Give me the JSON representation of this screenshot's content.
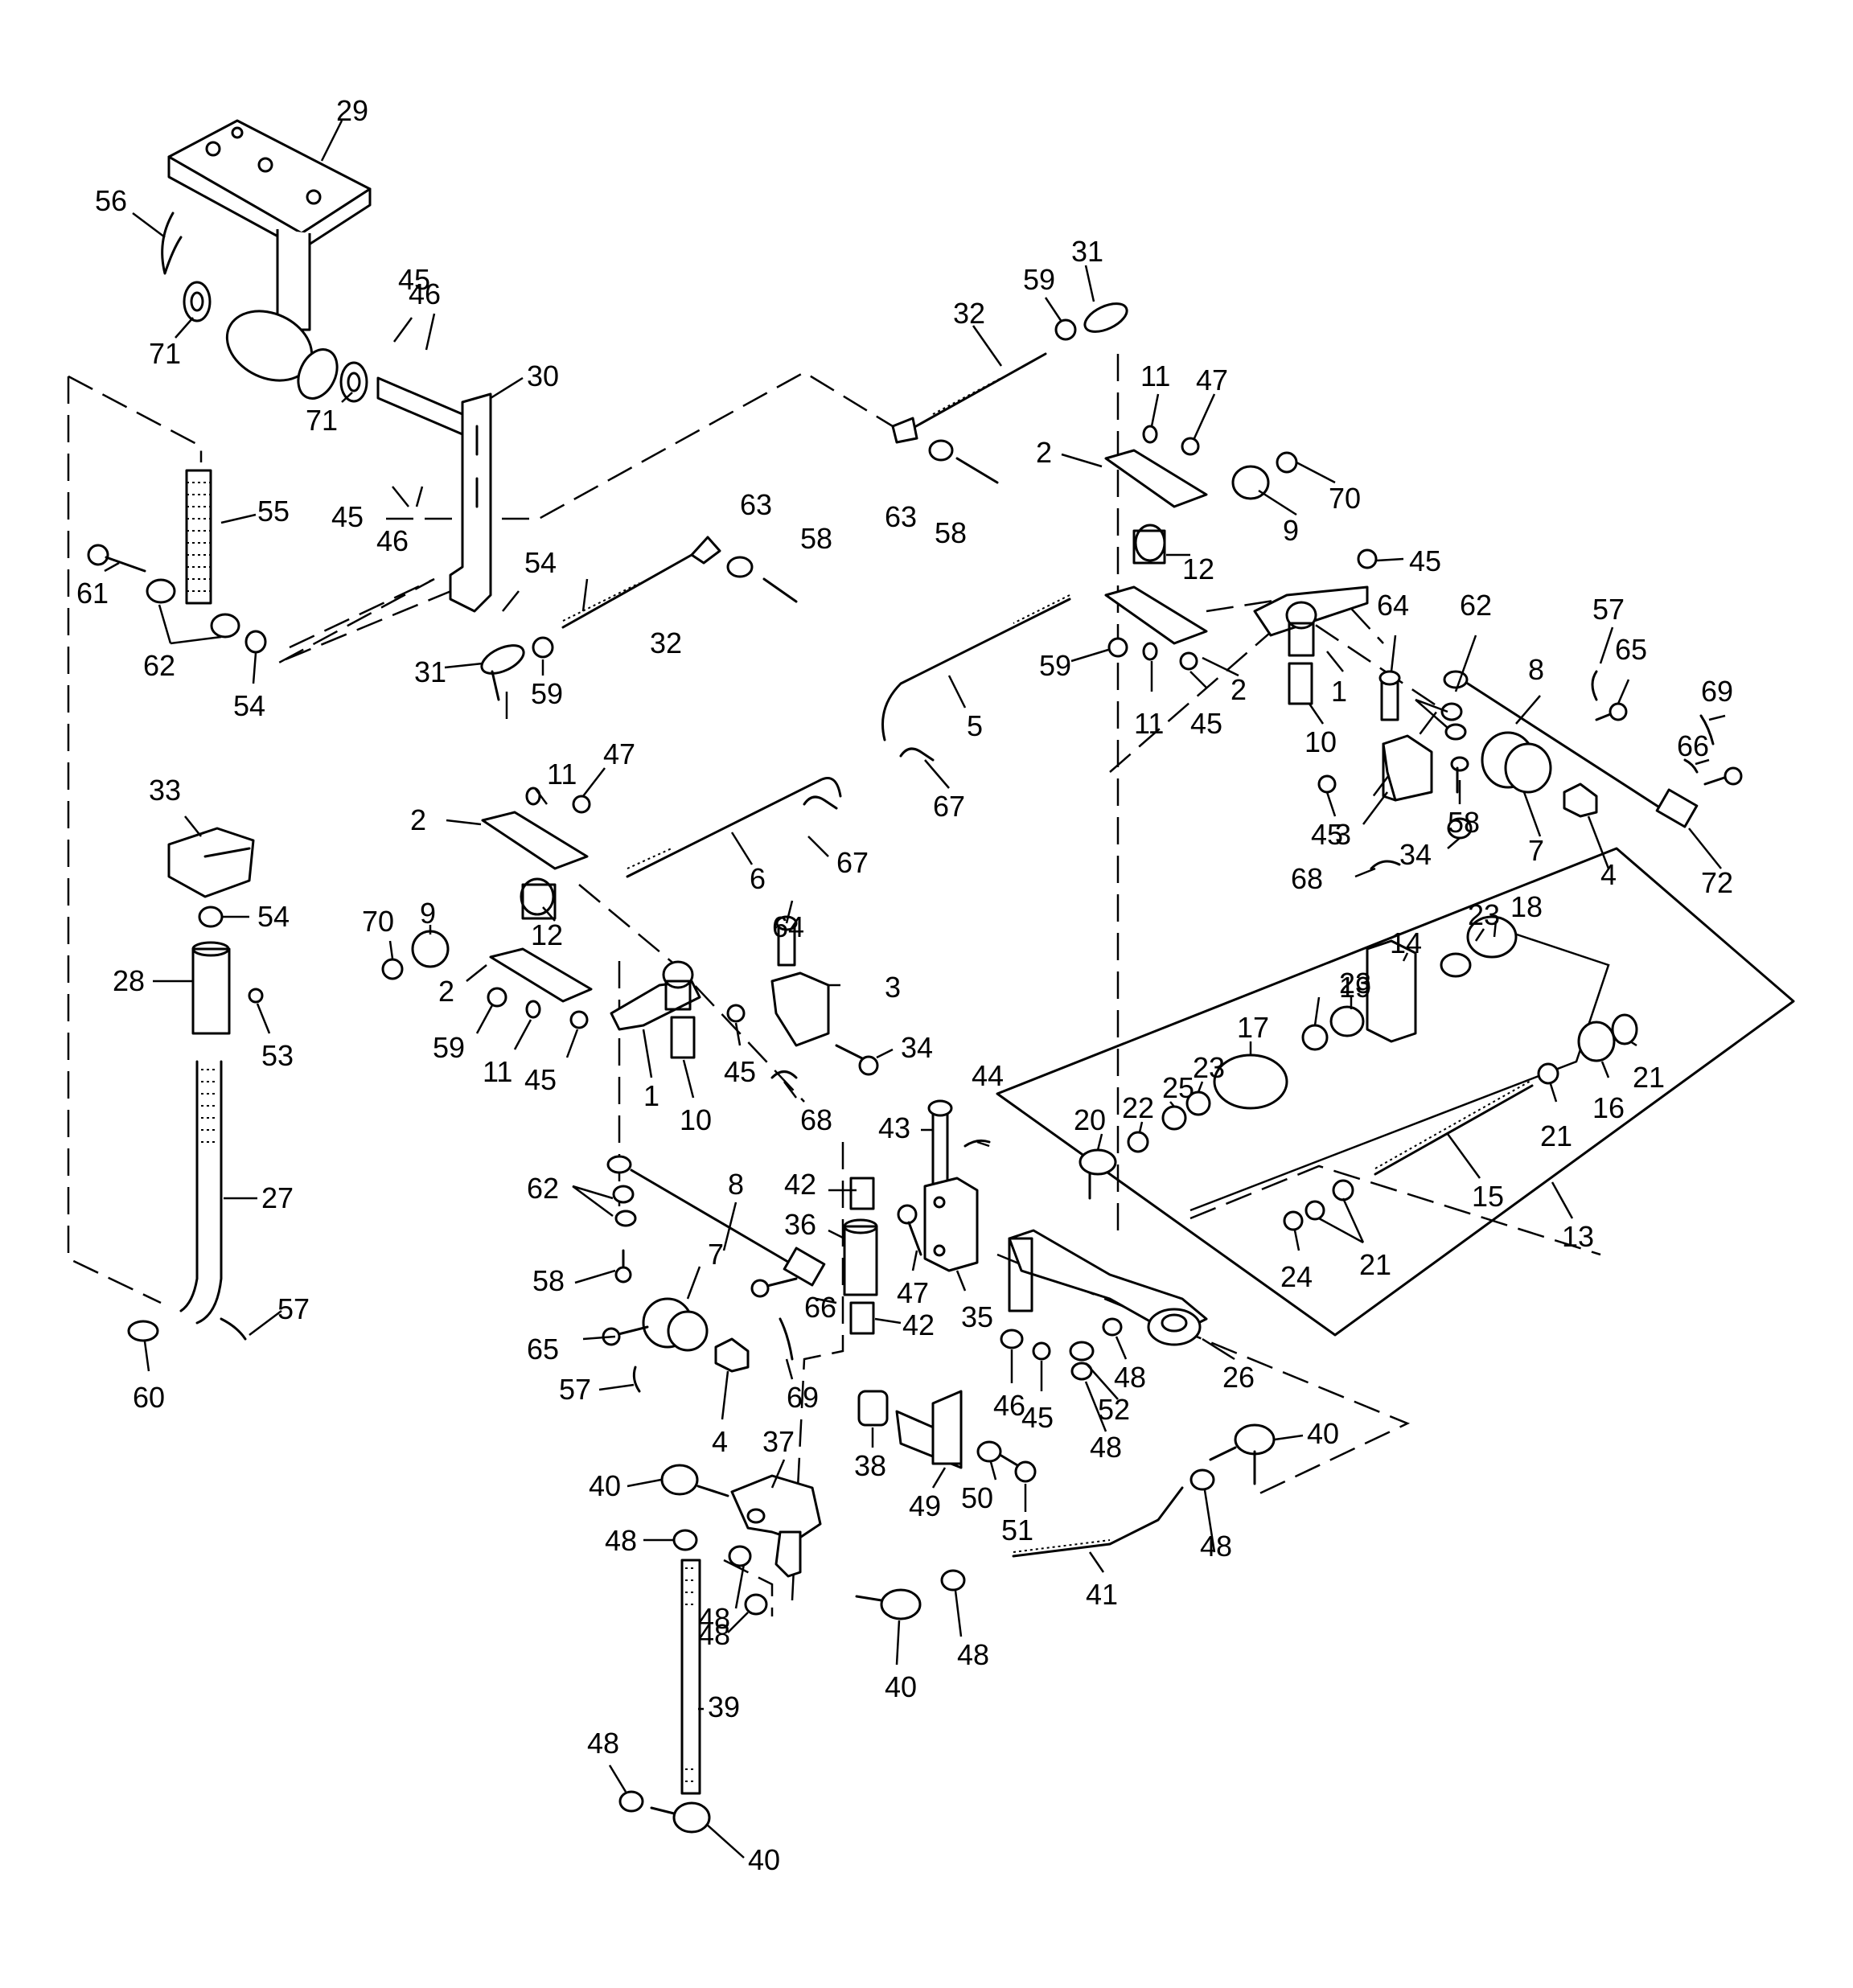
{
  "callouts": [
    {
      "id": "c1",
      "text": "29"
    },
    {
      "id": "c2",
      "text": "56"
    },
    {
      "id": "c3",
      "text": "71"
    },
    {
      "id": "c4",
      "text": "71"
    },
    {
      "id": "c5",
      "text": "45"
    },
    {
      "id": "c6",
      "text": "46"
    },
    {
      "id": "c7",
      "text": "30"
    },
    {
      "id": "c8",
      "text": "45"
    },
    {
      "id": "c9",
      "text": "46"
    },
    {
      "id": "c10",
      "text": "55"
    },
    {
      "id": "c11",
      "text": "61"
    },
    {
      "id": "c12",
      "text": "62"
    },
    {
      "id": "c13",
      "text": "54"
    },
    {
      "id": "c14",
      "text": "54"
    },
    {
      "id": "c15",
      "text": "32"
    },
    {
      "id": "c16",
      "text": "63"
    },
    {
      "id": "c17",
      "text": "58"
    },
    {
      "id": "c18",
      "text": "31"
    },
    {
      "id": "c19",
      "text": "59"
    },
    {
      "id": "c20",
      "text": "31"
    },
    {
      "id": "c21",
      "text": "59"
    },
    {
      "id": "c22",
      "text": "32"
    },
    {
      "id": "c23",
      "text": "63"
    },
    {
      "id": "c24",
      "text": "58"
    },
    {
      "id": "c25",
      "text": "11"
    },
    {
      "id": "c26",
      "text": "47"
    },
    {
      "id": "c27",
      "text": "2"
    },
    {
      "id": "c28",
      "text": "70"
    },
    {
      "id": "c29",
      "text": "9"
    },
    {
      "id": "c30",
      "text": "45"
    },
    {
      "id": "c31",
      "text": "12"
    },
    {
      "id": "c32",
      "text": "59"
    },
    {
      "id": "c33",
      "text": "11"
    },
    {
      "id": "c34",
      "text": "45"
    },
    {
      "id": "c35",
      "text": "2"
    },
    {
      "id": "c36",
      "text": "1"
    },
    {
      "id": "c37",
      "text": "10"
    },
    {
      "id": "c38",
      "text": "5"
    },
    {
      "id": "c39",
      "text": "67"
    },
    {
      "id": "c40",
      "text": "64"
    },
    {
      "id": "c41",
      "text": "62"
    },
    {
      "id": "c42",
      "text": "57"
    },
    {
      "id": "c43",
      "text": "65"
    },
    {
      "id": "c44",
      "text": "8"
    },
    {
      "id": "c45",
      "text": "69"
    },
    {
      "id": "c46",
      "text": "66"
    },
    {
      "id": "c47",
      "text": "58"
    },
    {
      "id": "c48",
      "text": "45"
    },
    {
      "id": "c49",
      "text": "3"
    },
    {
      "id": "c50",
      "text": "34"
    },
    {
      "id": "c51",
      "text": "68"
    },
    {
      "id": "c52",
      "text": "7"
    },
    {
      "id": "c53",
      "text": "4"
    },
    {
      "id": "c54",
      "text": "72"
    },
    {
      "id": "c55",
      "text": "33"
    },
    {
      "id": "c56",
      "text": "54"
    },
    {
      "id": "c57",
      "text": "28"
    },
    {
      "id": "c58",
      "text": "53"
    },
    {
      "id": "c59",
      "text": "27"
    },
    {
      "id": "c60",
      "text": "57"
    },
    {
      "id": "c61",
      "text": "60"
    },
    {
      "id": "c62",
      "text": "11"
    },
    {
      "id": "c63",
      "text": "47"
    },
    {
      "id": "c64",
      "text": "2"
    },
    {
      "id": "c65",
      "text": "6"
    },
    {
      "id": "c66",
      "text": "67"
    },
    {
      "id": "c67",
      "text": "9"
    },
    {
      "id": "c68",
      "text": "70"
    },
    {
      "id": "c69",
      "text": "12"
    },
    {
      "id": "c70",
      "text": "2"
    },
    {
      "id": "c71",
      "text": "59"
    },
    {
      "id": "c72",
      "text": "11"
    },
    {
      "id": "c73",
      "text": "45"
    },
    {
      "id": "c74",
      "text": "1"
    },
    {
      "id": "c75",
      "text": "10"
    },
    {
      "id": "c76",
      "text": "64"
    },
    {
      "id": "c77",
      "text": "3"
    },
    {
      "id": "c78",
      "text": "45"
    },
    {
      "id": "c79",
      "text": "34"
    },
    {
      "id": "c80",
      "text": "68"
    },
    {
      "id": "c81",
      "text": "23"
    },
    {
      "id": "c82",
      "text": "18"
    },
    {
      "id": "c83",
      "text": "14"
    },
    {
      "id": "c84",
      "text": "23"
    },
    {
      "id": "c85",
      "text": "19"
    },
    {
      "id": "c86",
      "text": "17"
    },
    {
      "id": "c87",
      "text": "23"
    },
    {
      "id": "c88",
      "text": "25"
    },
    {
      "id": "c89",
      "text": "22"
    },
    {
      "id": "c90",
      "text": "20"
    },
    {
      "id": "c91",
      "text": "44"
    },
    {
      "id": "c92",
      "text": "43"
    },
    {
      "id": "c93",
      "text": "21"
    },
    {
      "id": "c94",
      "text": "16"
    },
    {
      "id": "c95",
      "text": "21"
    },
    {
      "id": "c96",
      "text": "15"
    },
    {
      "id": "c97",
      "text": "13"
    },
    {
      "id": "c98",
      "text": "24"
    },
    {
      "id": "c99",
      "text": "21"
    },
    {
      "id": "c100",
      "text": "62"
    },
    {
      "id": "c101",
      "text": "8"
    },
    {
      "id": "c102",
      "text": "42"
    },
    {
      "id": "c103",
      "text": "36"
    },
    {
      "id": "c104",
      "text": "7"
    },
    {
      "id": "c105",
      "text": "47"
    },
    {
      "id": "c106",
      "text": "58"
    },
    {
      "id": "c107",
      "text": "66"
    },
    {
      "id": "c108",
      "text": "42"
    },
    {
      "id": "c109",
      "text": "35"
    },
    {
      "id": "c110",
      "text": "65"
    },
    {
      "id": "c111",
      "text": "57"
    },
    {
      "id": "c112",
      "text": "4"
    },
    {
      "id": "c113",
      "text": "69"
    },
    {
      "id": "c114",
      "text": "46"
    },
    {
      "id": "c115",
      "text": "45"
    },
    {
      "id": "c116",
      "text": "48"
    },
    {
      "id": "c117",
      "text": "52"
    },
    {
      "id": "c118",
      "text": "48"
    },
    {
      "id": "c119",
      "text": "26"
    },
    {
      "id": "c120",
      "text": "38"
    },
    {
      "id": "c121",
      "text": "37"
    },
    {
      "id": "c122",
      "text": "49"
    },
    {
      "id": "c123",
      "text": "50"
    },
    {
      "id": "c124",
      "text": "51"
    },
    {
      "id": "c125",
      "text": "40"
    },
    {
      "id": "c126",
      "text": "40"
    },
    {
      "id": "c127",
      "text": "48"
    },
    {
      "id": "c128",
      "text": "48"
    },
    {
      "id": "c129",
      "text": "48"
    },
    {
      "id": "c130",
      "text": "40"
    },
    {
      "id": "c131",
      "text": "41"
    },
    {
      "id": "c132",
      "text": "48"
    },
    {
      "id": "c133",
      "text": "39"
    },
    {
      "id": "c134",
      "text": "48"
    },
    {
      "id": "c135",
      "text": "40"
    },
    {
      "id": "c136",
      "text": "48"
    }
  ]
}
